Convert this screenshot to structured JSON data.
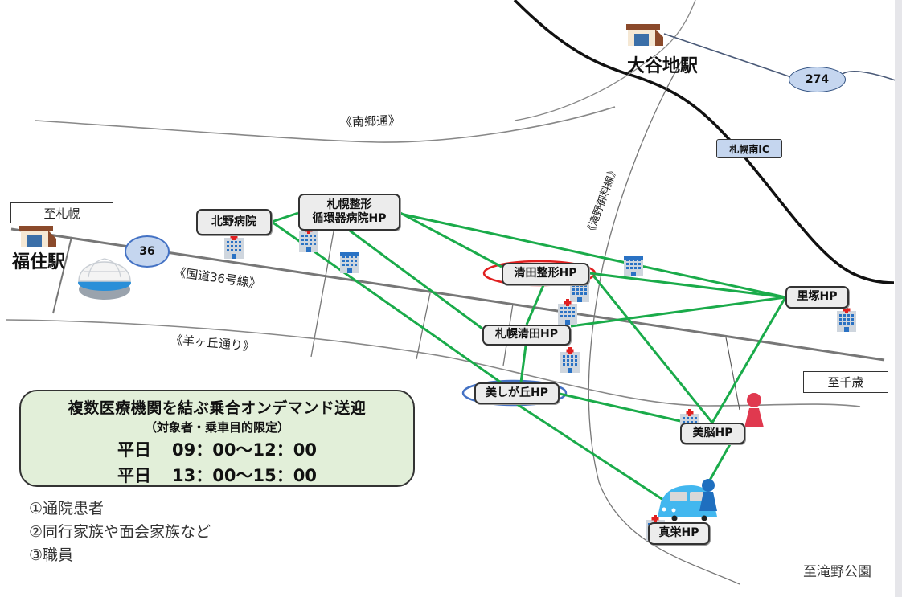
{
  "map": {
    "colors": {
      "connection_line": "#1aab4a",
      "highlight_red": "#e02020",
      "highlight_blue": "#4472c4",
      "info_box_bg": "#e2efd9",
      "route_badge_fill": "#c5d6ef"
    },
    "direction_labels": {
      "to_sapporo": "至札幌",
      "to_chitose": "至千歳",
      "to_takino_park": "至滝野公園"
    },
    "stations": [
      {
        "id": "fukuzumi",
        "label": "福住駅",
        "icon": "station-icon"
      },
      {
        "id": "otanichi",
        "label": "大谷地駅",
        "icon": "station-icon"
      }
    ],
    "roads": {
      "nango_dori": "《南郷通》",
      "route36": "《国道36号線》",
      "hitsujigaoka": "《羊ヶ丘通り》",
      "takino": "《滝野御料線》"
    },
    "route_badges": {
      "r36": "36",
      "r274": "274",
      "ic": "札幌南IC"
    },
    "hospitals": [
      {
        "id": "kitano",
        "label": "北野病院",
        "highlight": null
      },
      {
        "id": "sapporo_seikei",
        "label": "札幌整形\n循環器病院HP",
        "highlight": null
      },
      {
        "id": "kiyota_seikei",
        "label": "清田整形HP",
        "highlight": "red"
      },
      {
        "id": "sapporo_kiyota",
        "label": "札幌清田HP",
        "highlight": null
      },
      {
        "id": "utsukushigaoka",
        "label": "美しが丘HP",
        "highlight": "blue"
      },
      {
        "id": "satozuka",
        "label": "里塚HP",
        "highlight": null
      },
      {
        "id": "binou",
        "label": "美脳HP",
        "highlight": null
      },
      {
        "id": "shinei",
        "label": "真栄HP",
        "highlight": null
      }
    ],
    "connections": [
      [
        "kitano",
        "sapporo_seikei"
      ],
      [
        "kitano",
        "utsukushigaoka"
      ],
      [
        "sapporo_seikei",
        "kiyota_seikei"
      ],
      [
        "sapporo_seikei",
        "satozuka"
      ],
      [
        "sapporo_seikei",
        "sapporo_kiyota"
      ],
      [
        "kiyota_seikei",
        "satozuka"
      ],
      [
        "kiyota_seikei",
        "sapporo_kiyota"
      ],
      [
        "kiyota_seikei",
        "binou"
      ],
      [
        "sapporo_kiyota",
        "satozuka"
      ],
      [
        "sapporo_kiyota",
        "utsukushigaoka"
      ],
      [
        "utsukushigaoka",
        "binou"
      ],
      [
        "utsukushigaoka",
        "shinei"
      ],
      [
        "satozuka",
        "binou"
      ],
      [
        "binou",
        "shinei"
      ]
    ]
  },
  "info_box": {
    "title": "複数医療機関を結ぶ乗合オンデマンド送迎",
    "subtitle": "（対象者・乗車目的限定）",
    "schedule": [
      {
        "day": "平日",
        "time": "09：00〜12：00"
      },
      {
        "day": "平日",
        "time": "13：00〜15：00"
      }
    ]
  },
  "eligible_riders": [
    "①通院患者",
    "②同行家族や面会家族など",
    "③職員"
  ]
}
